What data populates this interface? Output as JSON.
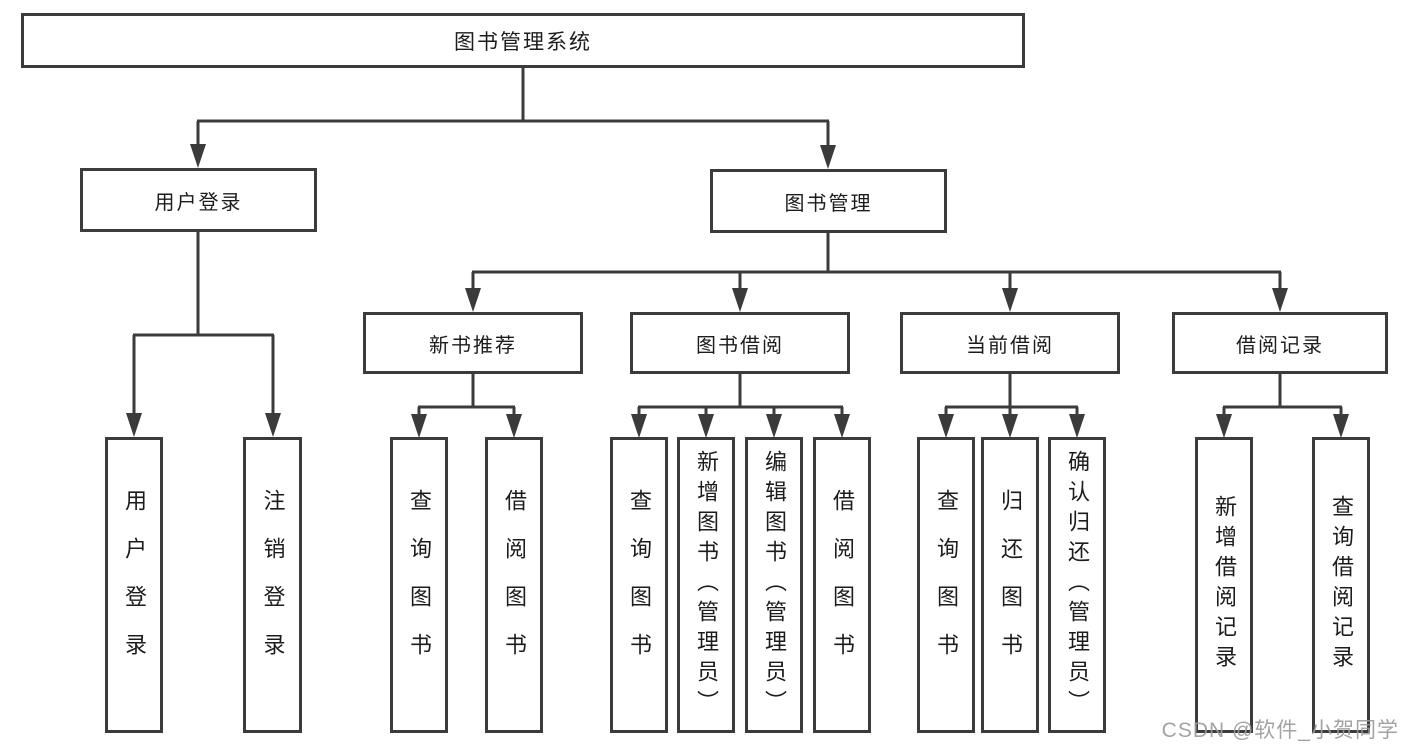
{
  "diagram_title": "图书管理系统",
  "colors": {
    "line": "#3b3b3b",
    "box_border": "#3b3b3b",
    "text": "#1c1c1c",
    "background": "#ffffff",
    "watermark": "#9b9b9b"
  },
  "tree": {
    "root": {
      "label": "图书管理系统",
      "children": [
        {
          "label": "用户登录",
          "children": [
            {
              "label": "用户登录"
            },
            {
              "label": "注销登录"
            }
          ]
        },
        {
          "label": "图书管理",
          "children": [
            {
              "label": "新书推荐",
              "children": [
                {
                  "label": "查询图书"
                },
                {
                  "label": "借阅图书"
                }
              ]
            },
            {
              "label": "图书借阅",
              "children": [
                {
                  "label": "查询图书"
                },
                {
                  "label": "新增图书（管理员）"
                },
                {
                  "label": "编辑图书（管理员）"
                },
                {
                  "label": "借阅图书"
                }
              ]
            },
            {
              "label": "当前借阅",
              "children": [
                {
                  "label": "查询图书"
                },
                {
                  "label": "归还图书"
                },
                {
                  "label": "确认归还（管理员）"
                }
              ]
            },
            {
              "label": "借阅记录",
              "children": [
                {
                  "label": "新增借阅记录"
                },
                {
                  "label": "查询借阅记录"
                }
              ]
            }
          ]
        }
      ]
    }
  },
  "watermark": {
    "text": "CSDN @软件_小贺同学"
  }
}
